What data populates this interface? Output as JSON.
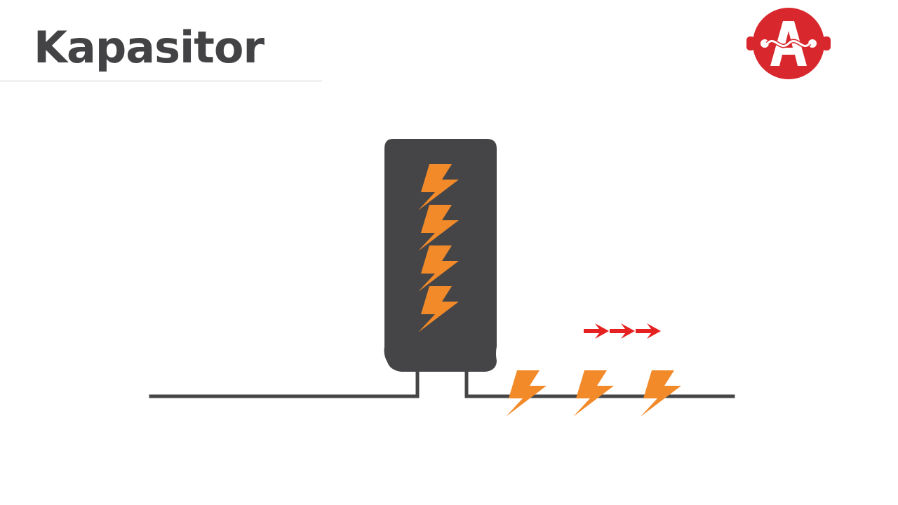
{
  "header": {
    "title": "Kapasitor"
  },
  "logo": {
    "icon": "circle-a-logo-icon",
    "color": "#d8282d"
  },
  "diagram": {
    "capacitor_color": "#454547",
    "wire_color": "#454547",
    "charge_color": "#f28a2a",
    "arrow_color": "#e52121",
    "stored_charge_count": 4,
    "flowing_charge_count": 3,
    "arrow_count": 3
  }
}
